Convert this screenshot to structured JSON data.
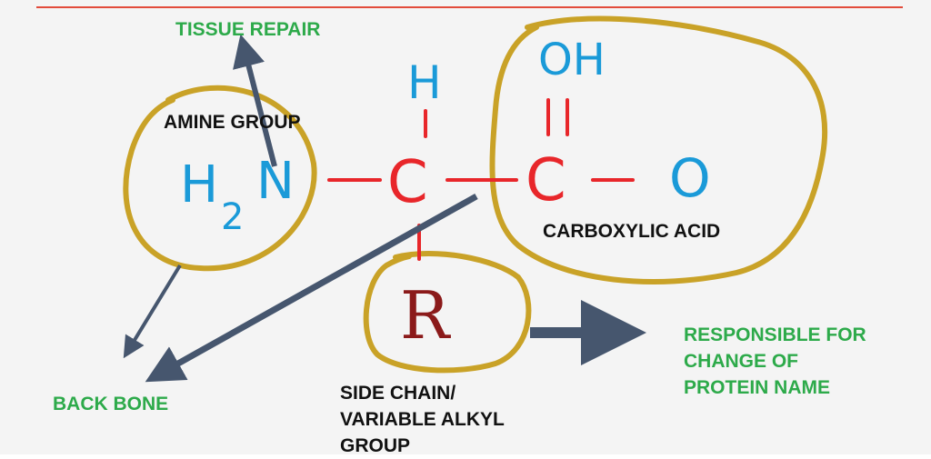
{
  "labels": {
    "tissue_repair": "TISSUE REPAIR",
    "amine_group": "AMINE GROUP",
    "carboxylic_acid": "CARBOXYLIC ACID",
    "back_bone": "BACK BONE",
    "side_chain": [
      "SIDE CHAIN/",
      "VARIABLE ALKYL",
      "GROUP"
    ],
    "responsible": [
      "RESPONSIBLE FOR",
      "CHANGE OF",
      "PROTEIN NAME"
    ]
  },
  "molecule": {
    "amine_h": "H",
    "amine_sub": "2",
    "amine_n": "N",
    "alpha_h": "H",
    "alpha_c": "C",
    "carbonyl_c": "C",
    "hydroxyl": "OH",
    "oxygen": "O",
    "side_group": "R"
  },
  "colors": {
    "label_green": "#2daa4a",
    "label_black": "#111111",
    "atom_blue": "#1a9ad8",
    "bond_red": "#e8262a",
    "r_group": "#8b1a1a",
    "circle_gold": "#c9a227",
    "arrow": "#46566e",
    "top_rule": "#e24b3b"
  }
}
